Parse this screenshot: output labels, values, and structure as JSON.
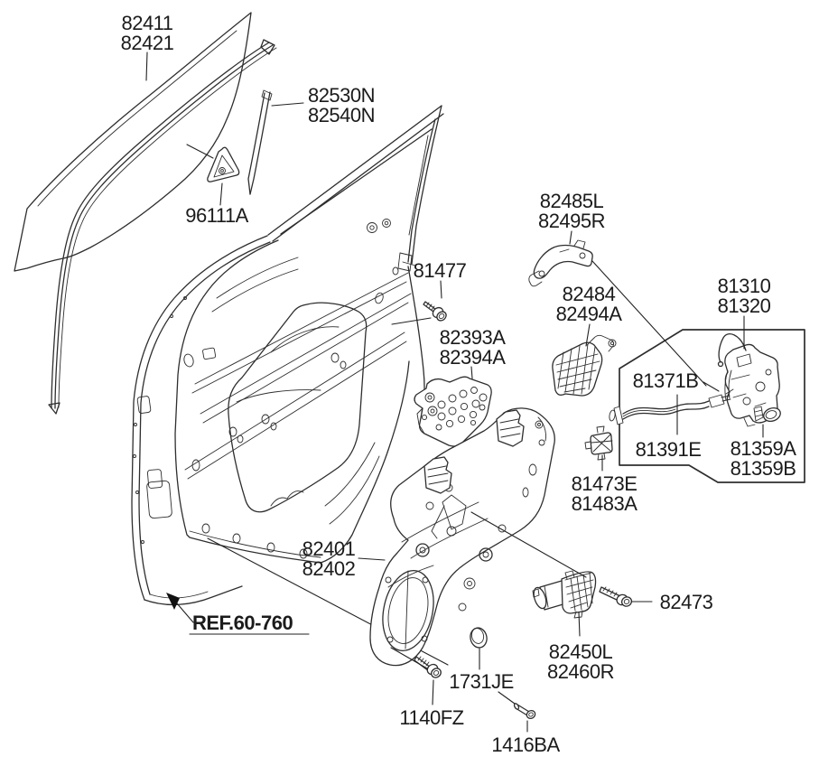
{
  "colors": {
    "background": "#ffffff",
    "line": "#2e2e2e",
    "text": "#1b1b1b"
  },
  "part_labels": {
    "door_glass": [
      "82411",
      "82421"
    ],
    "run_channel": [
      "82530N",
      "82540N"
    ],
    "delta_garnish": [
      "96111A"
    ],
    "channel_bolt": [
      "81477"
    ],
    "handle_bracket": [
      "82485L",
      "82495R"
    ],
    "handle_base": [
      "82484",
      "82494A"
    ],
    "door_latch": [
      "81310",
      "81320"
    ],
    "grommet_plate": [
      "82393A",
      "82394A"
    ],
    "latch_rod": [
      "81371B"
    ],
    "latch_cable": [
      "81391E"
    ],
    "lock_knob": [
      "81359A",
      "81359B"
    ],
    "latch_clip": [
      "81473E",
      "81483A"
    ],
    "regulator_panel": [
      "82401",
      "82402"
    ],
    "door_ref": "REF.60-760",
    "regulator_motor": [
      "82450L",
      "82460R"
    ],
    "motor_bolt": [
      "82473"
    ],
    "hole_plug": [
      "1731JE"
    ],
    "panel_bolt": [
      "1140FZ"
    ],
    "pin_bolt": [
      "1416BA"
    ]
  }
}
